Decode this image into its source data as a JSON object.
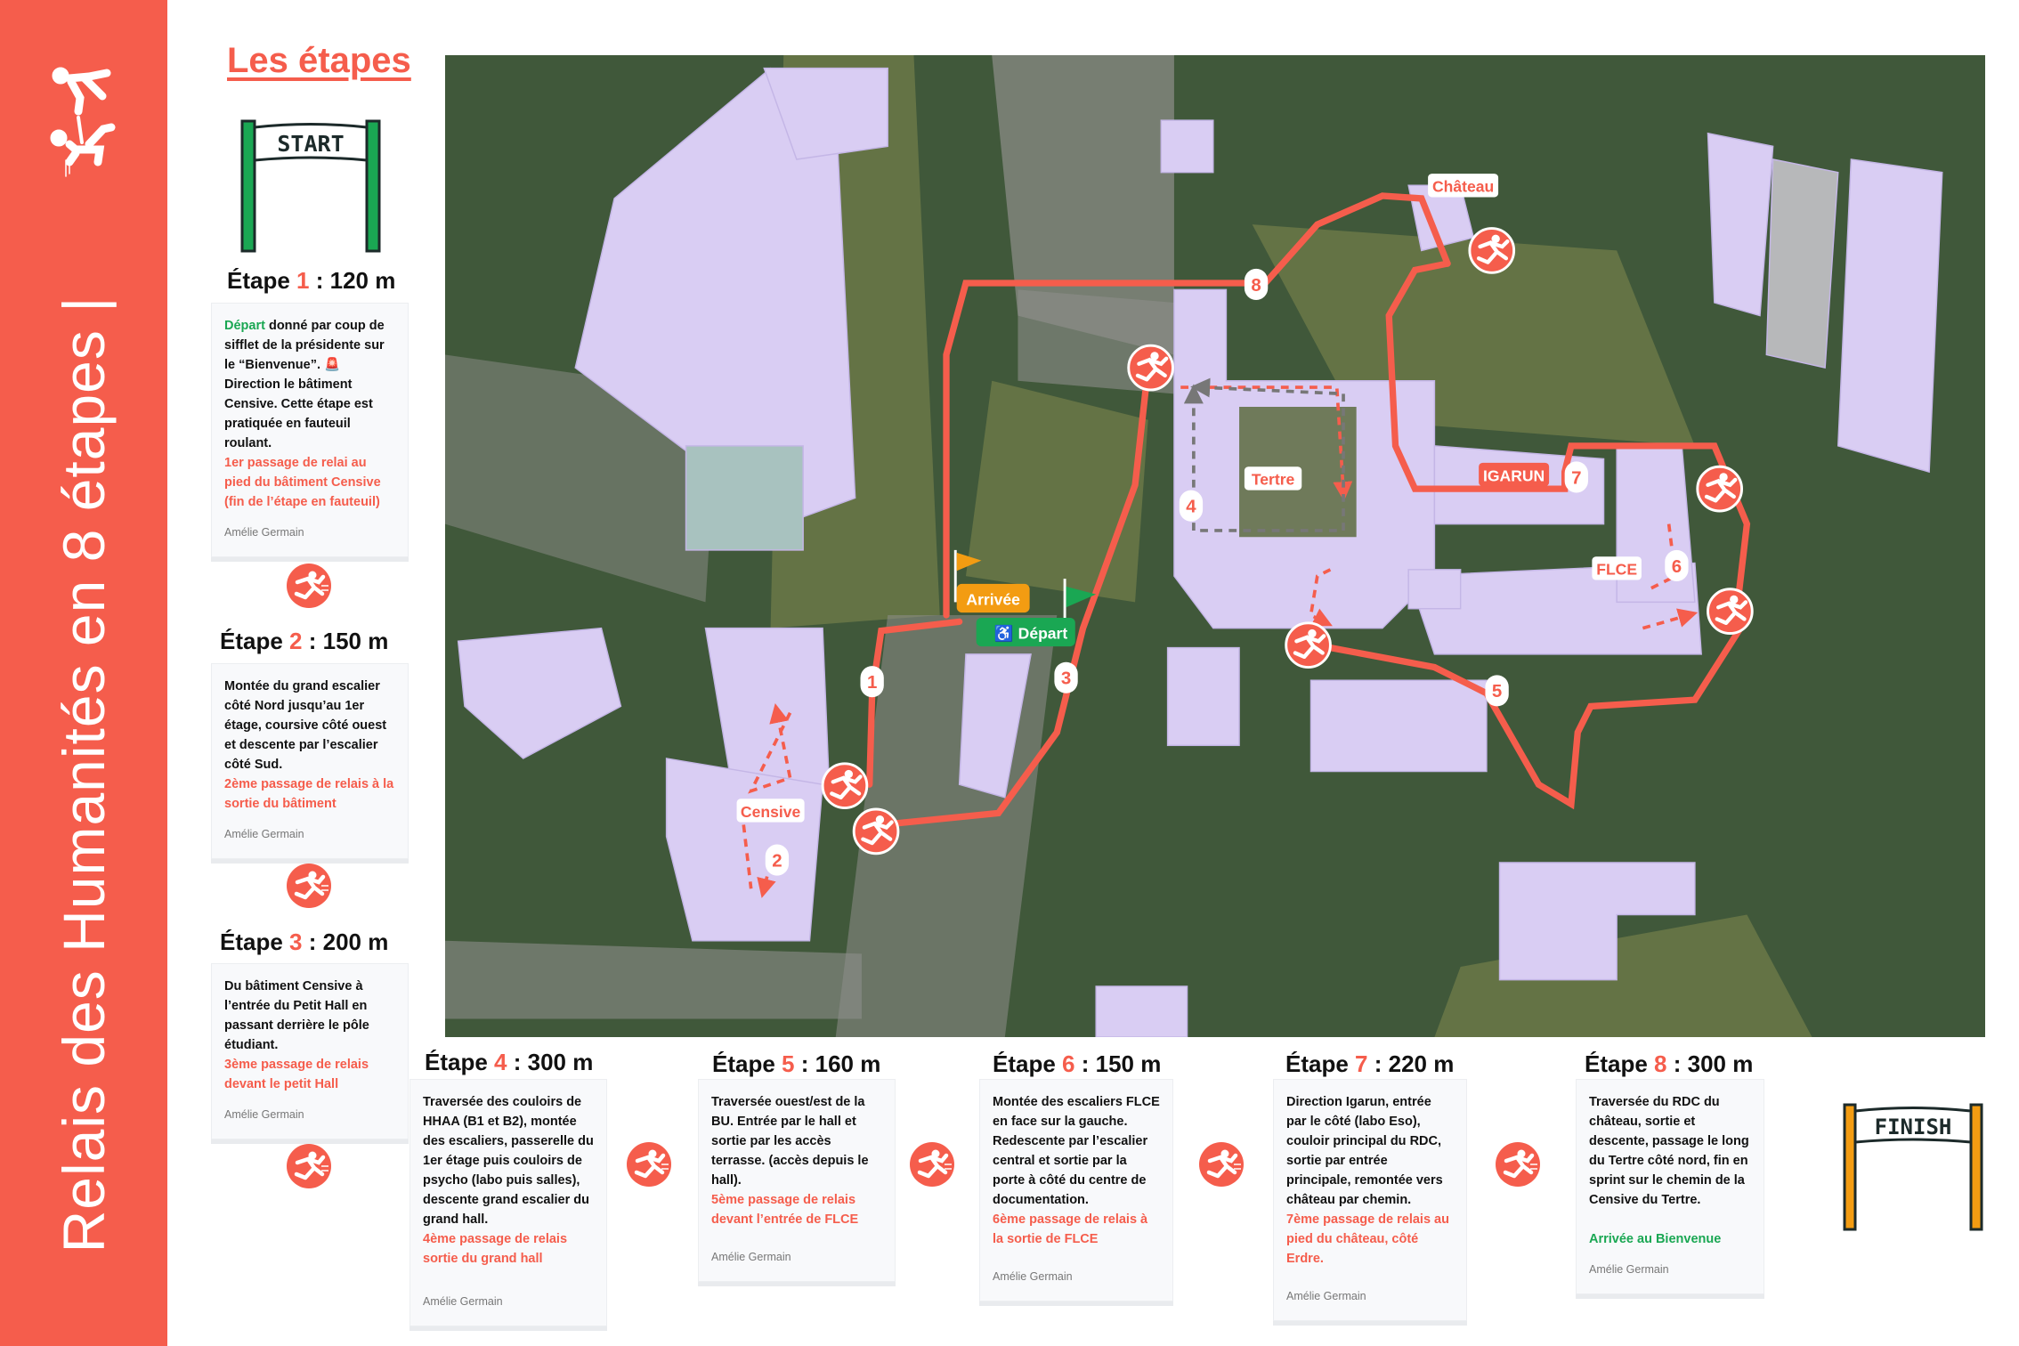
{
  "sidebar": {
    "title": "Relais des Humanités en 8 étapes |"
  },
  "header": {
    "title": "Les étapes"
  },
  "signs": {
    "start": "START",
    "finish": "FINISH"
  },
  "colors": {
    "accent": "#f55d4c",
    "green": "#1aa753",
    "building": "#d9cdf3"
  },
  "map": {
    "labels": {
      "chateau": "Château",
      "tertre": "Tertre",
      "igarun": "IGARUN",
      "flce": "FLCE",
      "censive": "Censive",
      "arrivee": "Arrivée",
      "depart": "Départ"
    },
    "numbers": [
      "1",
      "2",
      "3",
      "4",
      "5",
      "6",
      "7",
      "8"
    ]
  },
  "steps": [
    {
      "label": "Étape",
      "num": "1",
      "dist": ": 120 m",
      "lead": "Départ",
      "text": " donné par coup de sifflet de la présidente sur le “Bienvenue”. 🚨 Direction le bâtiment Censive. Cette étape est pratiquée en fauteuil roulant.",
      "relay": "1er passage de relai au pied du bâtiment Censive (fin de l’étape en fauteuil)",
      "author": "Amélie Germain"
    },
    {
      "label": "Étape",
      "num": "2",
      "dist": ": 150 m",
      "text": "Montée du grand escalier côté Nord jusqu’au 1er étage, coursive côté ouest et descente par l’escalier côté Sud.",
      "relay": "2ème passage de relais à la sortie du bâtiment",
      "author": "Amélie Germain"
    },
    {
      "label": "Étape",
      "num": "3",
      "dist": ": 200 m",
      "text": "Du bâtiment Censive à l’entrée du Petit Hall en passant derrière le pôle étudiant.",
      "relay": "3ème passage de relais devant le petit Hall",
      "author": "Amélie Germain"
    },
    {
      "label": "Étape",
      "num": "4",
      "dist": ": 300 m",
      "text": "Traversée des couloirs de HHAA (B1 et B2), montée des escaliers, passerelle du 1er étage puis couloirs de psycho (labo puis salles), descente grand escalier du grand hall.",
      "relay": "4ème passage de relais sortie du grand hall",
      "author": "Amélie Germain"
    },
    {
      "label": "Étape",
      "num": "5",
      "dist": ": 160 m",
      "text": "Traversée ouest/est de la BU. Entrée par le hall et sortie par les accès terrasse. (accès depuis le hall).",
      "relay": "5ème passage de relais devant l’entrée de FLCE",
      "author": "Amélie Germain"
    },
    {
      "label": "Étape",
      "num": "6",
      "dist": ": 150 m",
      "text": "Montée des escaliers FLCE en face sur la gauche. Redescente par l’escalier central et sortie par la porte à côté du centre de documentation.",
      "relay": "6ème passage de relais à la sortie de FLCE",
      "author": "Amélie Germain"
    },
    {
      "label": "Étape",
      "num": "7",
      "dist": ": 220 m",
      "text": "Direction Igarun, entrée par le côté (labo Eso), couloir principal du RDC, sortie par entrée principale, remontée vers château par chemin.",
      "relay": "7ème passage de relais au pied du château, côté Erdre.",
      "author": "Amélie Germain"
    },
    {
      "label": "Étape",
      "num": "8",
      "dist": ": 300 m",
      "text": "Traversée du RDC du château, sortie et descente, passage le long du Tertre côté nord, fin en sprint sur le chemin de la Censive du Tertre.",
      "arrival": "Arrivée au Bienvenue",
      "author": "Amélie Germain"
    }
  ]
}
